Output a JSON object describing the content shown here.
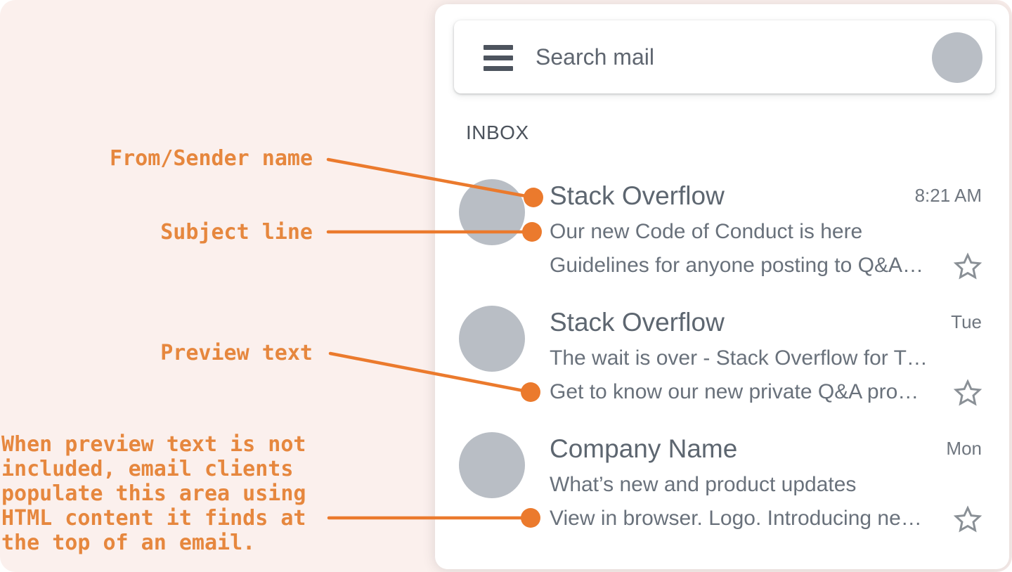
{
  "mail_client": {
    "search": {
      "placeholder": "Search mail"
    },
    "inbox_label": "INBOX",
    "emails": [
      {
        "sender": "Stack Overflow",
        "time": "8:21 AM",
        "subject": "Our new Code of Conduct is here",
        "preview": "Guidelines for anyone posting to Q&A…"
      },
      {
        "sender": "Stack Overflow",
        "time": "Tue",
        "subject": "The wait is over - Stack Overflow for T…",
        "preview": "Get to know our new private Q&A pro…"
      },
      {
        "sender": "Company Name",
        "time": "Mon",
        "subject": "What’s new and product updates",
        "preview": "View in browser. Logo. Introducing ne…"
      }
    ]
  },
  "annotations": {
    "sender_label": "From/Sender name",
    "subject_label": "Subject line",
    "preview_label": "Preview text",
    "note": "When preview text is not\nincluded, email clients\npopulate this area using\nHTML content it finds at\nthe top of an email.",
    "accent_line_color": "#EB7A2D",
    "text_color": "#E6873E"
  },
  "colors": {
    "page_background": "#FBF0ED",
    "card_background": "#FFFFFF",
    "avatar_gray": "#B9BEC5",
    "sender_text": "#5D6670",
    "body_text": "#69717B",
    "star_outline": "#8A9096"
  }
}
